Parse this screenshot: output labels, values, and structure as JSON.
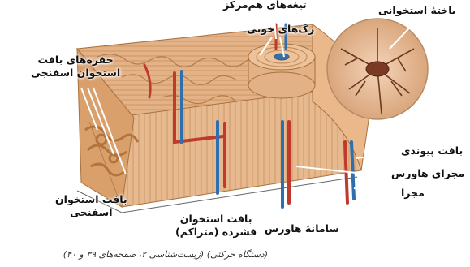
{
  "labels": {
    "osteon_lamellae": "تیغه‌های هم‌مرکز",
    "bone_cell": "یاختهٔ استخوانی",
    "blood_vessels": "رگ‌های خونی",
    "spongy_cavities_l1": "حفره‌های بافت",
    "spongy_cavities_l2": "استخوان اسفنجی",
    "connective_tissue": "بافت پیوندی",
    "haversian_canal": "مجرای هاورس",
    "canal": "مجرا",
    "spongy_bone_l1": "بافت استخوان",
    "spongy_bone_l2": "اسفنجی",
    "compact_bone_l1": "بافت استخوان",
    "compact_bone_l2": "فشرده (متراکم)",
    "haversian_system": "سامانهٔ هاورس"
  },
  "caption": "(دستگاه حرکتی) (زیست‌شناسی ۲، صفحه‌های ۳۹ و ۴۰)",
  "colors": {
    "bone": "#e8b98c",
    "bone_dark": "#c98f5c",
    "artery": "#c0392b",
    "vein": "#2e6fb0",
    "cell_bg": "#f0c8a8",
    "cell": "#6a3a1e"
  }
}
